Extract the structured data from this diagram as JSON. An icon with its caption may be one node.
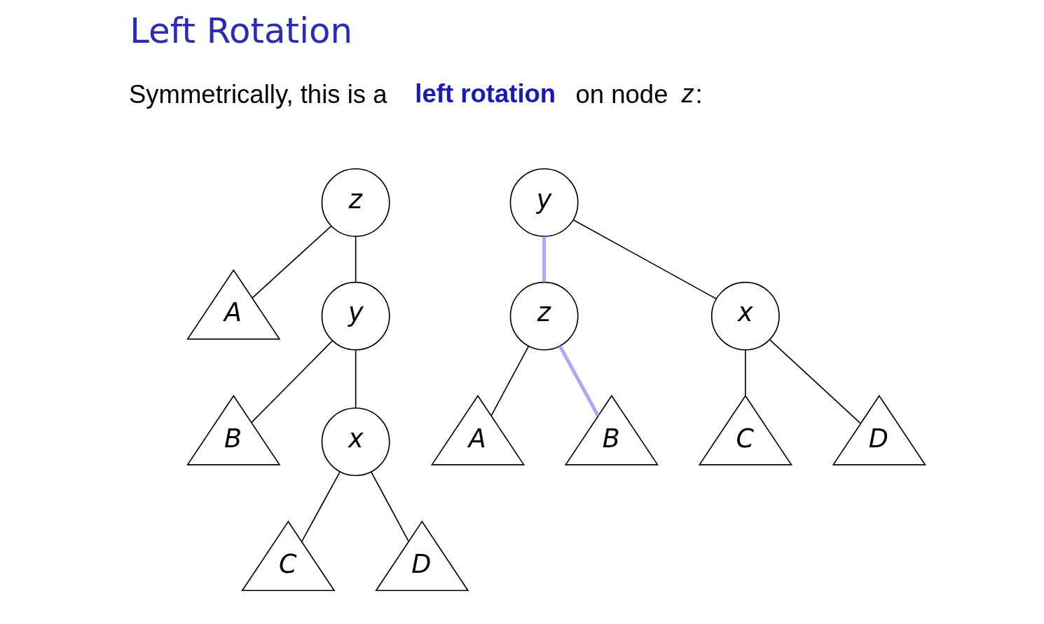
{
  "diagram": {
    "title": "Left Rotation",
    "nodes": [
      {
        "text": [
          "z"
        ]
      },
      {
        "text": [
          "A"
        ]
      },
      {
        "text": [
          "y"
        ]
      },
      {
        "text": [
          "B"
        ]
      },
      {
        "text": [
          "x"
        ]
      },
      {
        "text": [
          "C"
        ]
      },
      {
        "text": [
          "D"
        ]
      },
      {
        "text": [
          "y"
        ]
      },
      {
        "text": [
          "z"
        ]
      },
      {
        "text": [
          "x"
        ]
      },
      {
        "text": [
          "A"
        ]
      },
      {
        "text": [
          "B"
        ]
      },
      {
        "text": [
          "C"
        ]
      },
      {
        "text": [
          "D"
        ]
      }
    ],
    "edges": [
      {
        "from": 0,
        "to": 1,
        "arrow": "none"
      },
      {
        "from": 0,
        "to": 2,
        "arrow": "none"
      },
      {
        "from": 2,
        "to": 3,
        "arrow": "none"
      },
      {
        "from": 2,
        "to": 4,
        "arrow": "none"
      },
      {
        "from": 4,
        "to": 5,
        "arrow": "none"
      },
      {
        "from": 4,
        "to": 6,
        "arrow": "none"
      },
      {
        "from": 7,
        "to": 8,
        "arrow": "none",
        "color": "#aaaaf5",
        "style": "thick"
      },
      {
        "from": 7,
        "to": 9,
        "arrow": "none"
      },
      {
        "from": 8,
        "to": 10,
        "arrow": "none"
      },
      {
        "from": 8,
        "to": 11,
        "arrow": "none",
        "color": "#aaaaf5",
        "style": "thick"
      },
      {
        "from": 9,
        "to": 12,
        "arrow": "none"
      },
      {
        "from": 9,
        "to": 13,
        "arrow": "none"
      }
    ],
    "labels": [
      "Symmetrically, this is a **left rotation** on node *z*:"
    ]
  }
}
